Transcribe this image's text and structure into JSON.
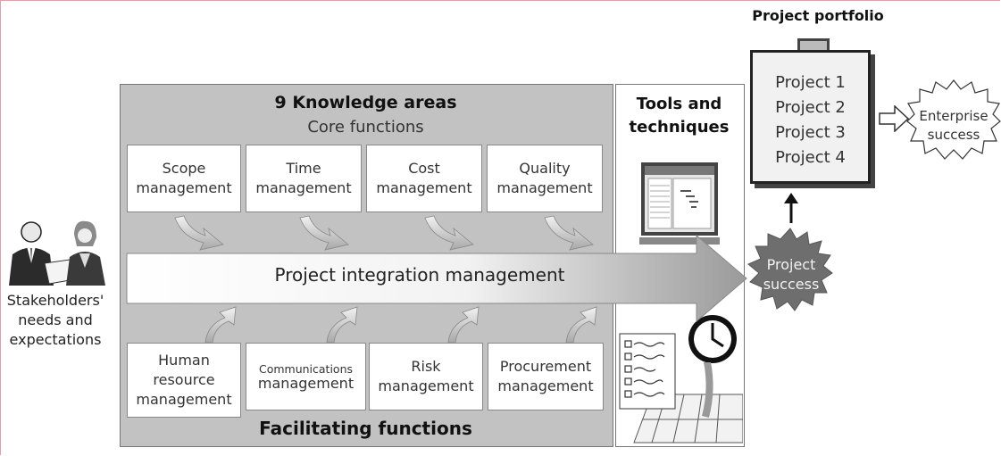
{
  "knowledge_areas": {
    "title": "9 Knowledge areas",
    "subtitle": "Core functions",
    "core": [
      "Scope\nmanagement",
      "Time\nmanagement",
      "Cost\nmanagement",
      "Quality\nmanagement"
    ],
    "facilitating": {
      "human": "Human\nresource\nmanagement",
      "communications_top": "Communications",
      "communications_bottom": "management",
      "risk": "Risk\nmanagement",
      "procurement": "Procurement\nmanagement"
    },
    "facilitating_label": "Facilitating functions"
  },
  "integration": "Project integration management",
  "tools": {
    "title": "Tools and\ntechniques"
  },
  "stakeholders": "Stakeholders'\nneeds and\nexpectations",
  "portfolio": {
    "title": "Project portfolio",
    "projects": [
      "Project 1",
      "Project 2",
      "Project 3",
      "Project 4"
    ]
  },
  "project_success": "Project\nsuccess",
  "enterprise_success": "Enterprise\nsuccess",
  "colors": {
    "panel": "#c2c2c2",
    "burst_dark": "#6e6e6e"
  }
}
